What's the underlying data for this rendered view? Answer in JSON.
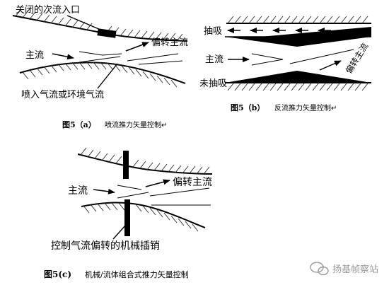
{
  "panel_a": {
    "closed_inlet": "关闭的次流入口",
    "main_flow": "主流",
    "deflected_flow": "偏转主流",
    "injected_flow": "喷入气流或环境气流",
    "caption_id": "图5（a）",
    "caption_text": "喷流推力矢量控制↵"
  },
  "panel_b": {
    "suction_top": "抽吸",
    "main_flow": "主流",
    "deflected_flow": "偏转主流",
    "no_suction": "未抽吸",
    "caption_id": "图5（b）",
    "caption_text": "反流推力矢量控制↵"
  },
  "panel_c": {
    "main_flow": "主流",
    "deflected_flow": "偏转主流",
    "pin_label": "控制气流偏转的机械插销",
    "caption_id": "图5(c)",
    "caption_text": "机械/流体组合式推力矢量控制"
  },
  "watermark": {
    "text": "扬基帧察站"
  },
  "colors": {
    "ink": "#000000",
    "hatch": "#333333",
    "background": "#ffffff",
    "watermark": "#9a9a9a"
  }
}
